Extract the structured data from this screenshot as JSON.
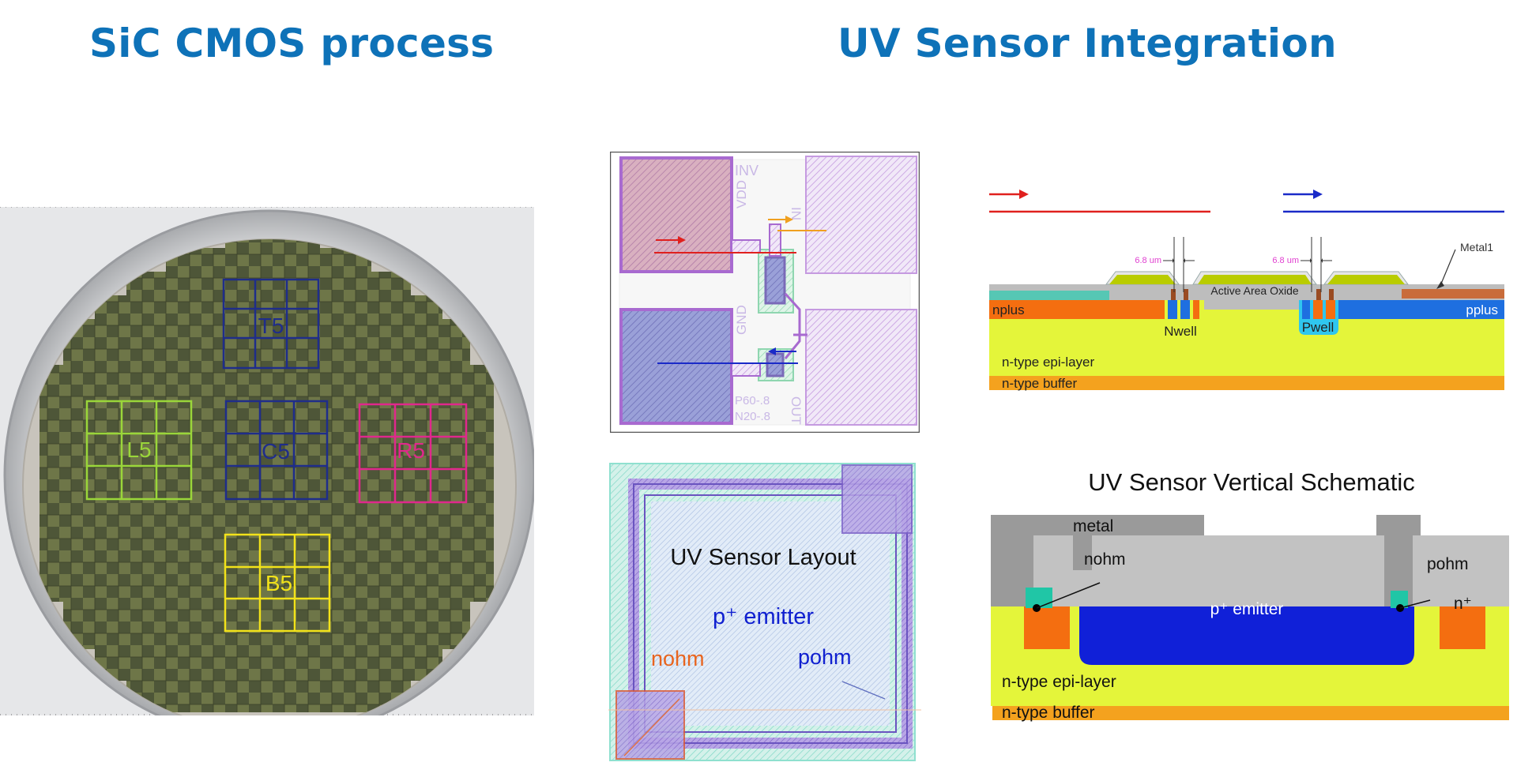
{
  "titles": {
    "left": "SiC CMOS process",
    "right": "UV Sensor Integration"
  },
  "wafer": {
    "labels": {
      "t5": "T5",
      "l5": "L5",
      "c5": "C5",
      "r5": "R5",
      "b5": "B5"
    },
    "colors": {
      "t5": "#1f2d8a",
      "l5": "#9ad63a",
      "c5": "#1f2d8a",
      "r5": "#e0288c",
      "b5": "#f2e21a"
    }
  },
  "inverter_layout": {
    "labels": {
      "inv": "INV",
      "vdd": "VDD",
      "in": "IN",
      "gnd": "GND",
      "out": "OUT",
      "p_size": "P60-.8",
      "n_size": "N20-.8"
    }
  },
  "sensor_layout": {
    "title": "UV Sensor Layout",
    "emitter": "p⁺ emitter",
    "nohm": "nohm",
    "pohm": "pohm"
  },
  "cmos_cross_section": {
    "dim_left": "6.8 um",
    "dim_right": "6.8 um",
    "metal1": "Metal1",
    "active_area_oxide": "Active Area Oxide",
    "nplus": "nplus",
    "pplus": "pplus",
    "nwell": "Nwell",
    "pwell": "Pwell",
    "epi": "n-type epi-layer",
    "buffer": "n-type buffer"
  },
  "vertical_schematic": {
    "title": "UV Sensor Vertical Schematic",
    "metal": "metal",
    "nohm": "nohm",
    "pohm": "pohm",
    "emitter": "p⁺ emitter",
    "nplus": "n⁺",
    "epi": "n-type epi-layer",
    "buffer": "n-type buffer"
  }
}
